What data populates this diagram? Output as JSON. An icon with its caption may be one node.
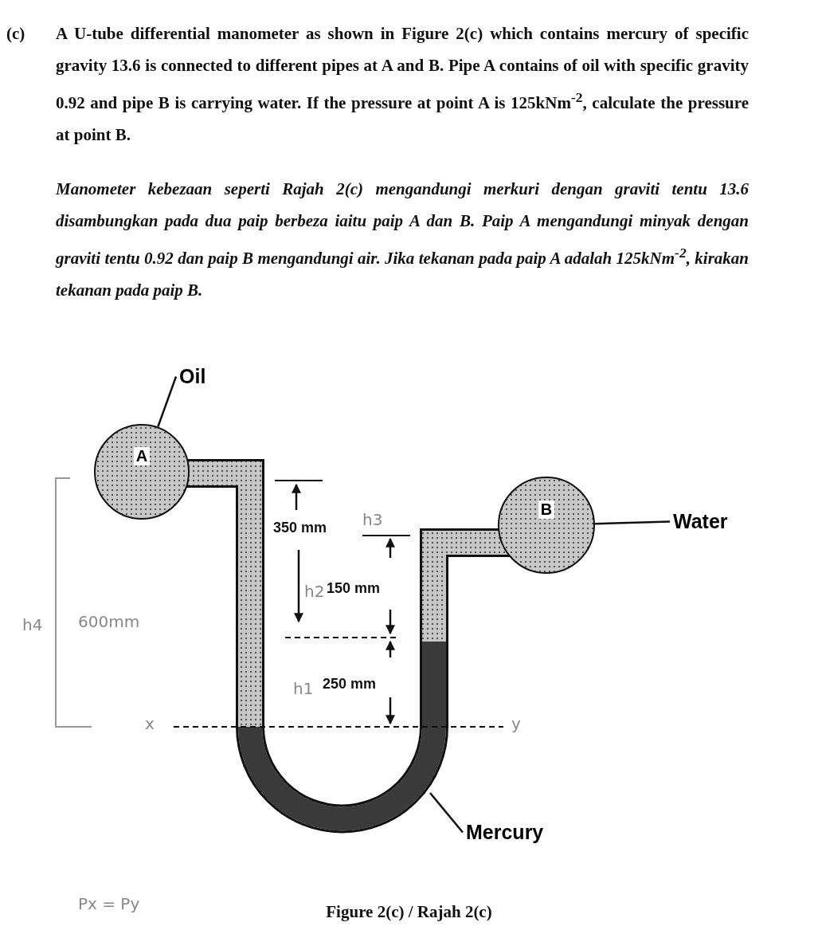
{
  "diagram": {
    "caption": "Figure 2(c) / Rajah 2(c)",
    "nodes": [
      {
        "text": [
          "Oil"
        ]
      },
      {
        "text": [
          "A"
        ]
      },
      {
        "text": [
          "B"
        ]
      },
      {
        "text": [
          "Water"
        ]
      },
      {
        "text": [
          "Mercury"
        ]
      }
    ],
    "edges": [
      {
        "from": 0,
        "to": 1,
        "arrow": "none"
      },
      {
        "from": 3,
        "to": 2,
        "arrow": "none"
      },
      {
        "from": 4,
        "to": null,
        "arrow": "none"
      }
    ],
    "labels": [
      "(c)",
      "A U-tube differential manometer as shown in Figure 2(c) which contains mercury of specific gravity 13.6 is connected to different pipes at A and B. Pipe A contains of oil with specific gravity 0.92 and pipe B is carrying water. If the pressure at point A is 125kNm$^{-2}$, calculate the pressure at point B.",
      "Manometer kebezaan seperti Rajah 2(c) mengandungi merkuri dengan graviti tentu 13.6 disambungkan pada dua paip berbeza iaitu paip A dan B. Paip A mengandungi minyak dengan graviti tentu 0.92 dan paip B mengandungi air. Jika tekanan pada paip A adalah 125kNm$^{-2}$, kirakan tekanan pada paip B.",
      "350 mm",
      "h3",
      "150 mm",
      "h2",
      "h4",
      "600mm",
      "250 mm",
      "h1",
      "x",
      "y",
      "Px = Py"
    ]
  }
}
